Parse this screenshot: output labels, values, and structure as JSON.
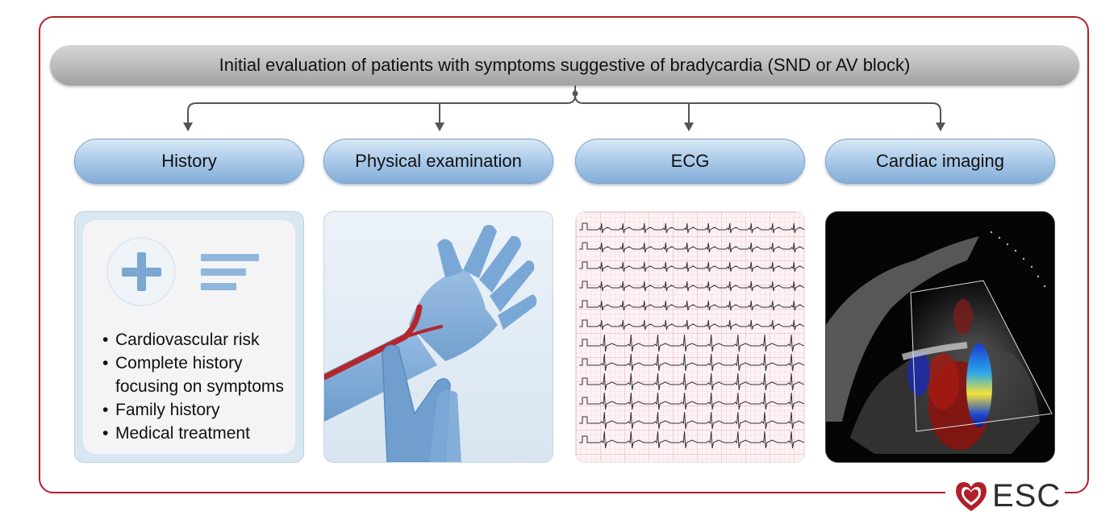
{
  "title": "Initial evaluation of patients with symptoms suggestive of bradycardia (SND or AV block)",
  "steps": [
    {
      "label": "History"
    },
    {
      "label": "Physical examination"
    },
    {
      "label": "ECG"
    },
    {
      "label": "Cardiac imaging"
    }
  ],
  "history_items": [
    "Cardiovascular risk",
    "Complete history",
    "focusing on symptoms",
    "Family history",
    "Medical treatment"
  ],
  "logo": {
    "text": "ESC"
  },
  "colors": {
    "frame": "#b0202a",
    "pill_blue": "#a9c9e8",
    "title_grey": "#b8b8b8",
    "ecg_grid": "#f0b9bd",
    "artery": "#b3262c"
  },
  "icons": [
    "plus-icon",
    "lines-icon",
    "hand-pulse-illustration",
    "ecg-trace-image",
    "echocardiogram-image",
    "esc-heart-logo"
  ]
}
